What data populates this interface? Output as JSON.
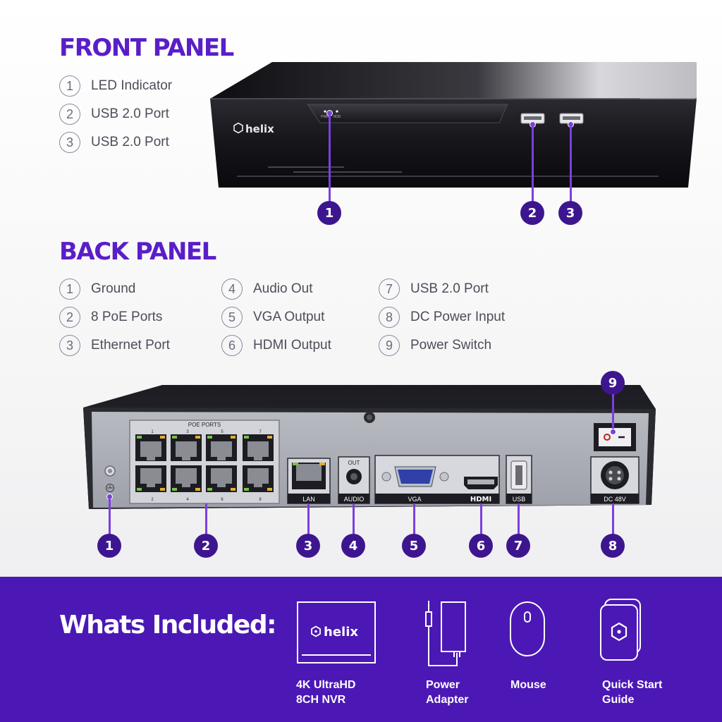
{
  "front_panel": {
    "title": "FRONT PANEL",
    "items": [
      {
        "num": "1",
        "label": "LED Indicator"
      },
      {
        "num": "2",
        "label": "USB 2.0 Port"
      },
      {
        "num": "3",
        "label": "USB 2.0 Port"
      }
    ],
    "device": {
      "brand": "helix",
      "led_labels": [
        "PWR",
        "HDD"
      ]
    },
    "callouts": [
      "1",
      "2",
      "3"
    ]
  },
  "back_panel": {
    "title": "BACK PANEL",
    "items": [
      {
        "num": "1",
        "label": "Ground"
      },
      {
        "num": "2",
        "label": "8 PoE Ports"
      },
      {
        "num": "3",
        "label": "Ethernet Port"
      },
      {
        "num": "4",
        "label": "Audio Out"
      },
      {
        "num": "5",
        "label": "VGA Output"
      },
      {
        "num": "6",
        "label": "HDMI Output"
      },
      {
        "num": "7",
        "label": "USB 2.0 Port"
      },
      {
        "num": "8",
        "label": "DC Power Input"
      },
      {
        "num": "9",
        "label": "Power Switch"
      }
    ],
    "device": {
      "poe_label": "POE PORTS",
      "poe_top_numbers": [
        "1",
        "3",
        "5",
        "7"
      ],
      "poe_bottom_numbers": [
        "2",
        "4",
        "6",
        "8"
      ],
      "port_labels": {
        "lan": "LAN",
        "audio_top": "OUT",
        "audio": "AUDIO",
        "vga": "VGA",
        "hdmi": "HDMI",
        "usb": "USB",
        "dc": "DC 48V"
      }
    },
    "callouts": [
      "1",
      "2",
      "3",
      "4",
      "5",
      "6",
      "7",
      "8",
      "9"
    ]
  },
  "included": {
    "title": "Whats Included:",
    "items": [
      {
        "line1": "4K UltraHD",
        "line2": "8CH NVR",
        "icon": "nvr-box-icon",
        "brand": "helix"
      },
      {
        "line1": "Power",
        "line2": "Adapter",
        "icon": "power-adapter-icon"
      },
      {
        "line1": "Mouse",
        "line2": "",
        "icon": "mouse-icon"
      },
      {
        "line1": "Quick Start",
        "line2": "Guide",
        "icon": "quick-start-guide-icon"
      }
    ]
  },
  "colors": {
    "accent": "#5a1ec8",
    "callout": "#3d168f",
    "leader": "#7b3fe0",
    "band": "#4b18b5"
  }
}
